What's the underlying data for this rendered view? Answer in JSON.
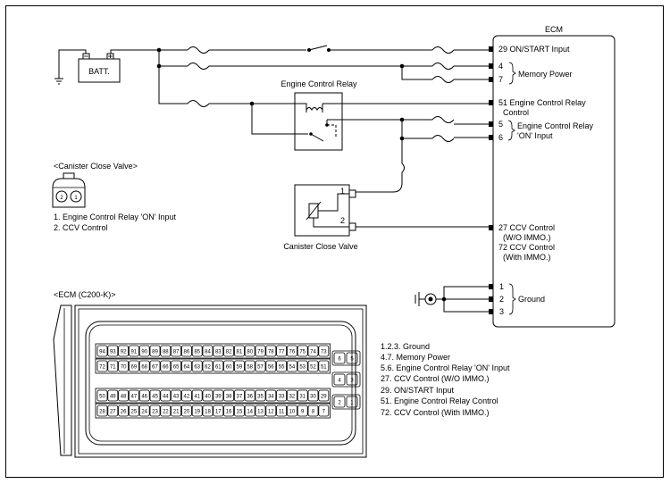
{
  "ecm": {
    "title": "ECM",
    "pins": [
      {
        "num": "29",
        "label": "ON/START Input"
      },
      {
        "num": "4",
        "label": ""
      },
      {
        "num": "7",
        "label": ""
      },
      {
        "num": "51",
        "label": "Engine Control Relay"
      },
      {
        "num": "5",
        "label": ""
      },
      {
        "num": "6",
        "label": ""
      },
      {
        "num": "27",
        "label": "CCV Control"
      },
      {
        "num": "72",
        "label": "CCV Control"
      },
      {
        "num": "1",
        "label": ""
      },
      {
        "num": "2",
        "label": ""
      },
      {
        "num": "3",
        "label": ""
      }
    ],
    "memory_power": "Memory Power",
    "relay_control_cont": "Control",
    "relay_on_line1": "Engine Control Relay",
    "relay_on_line2": "'ON' Input",
    "wo_immo": "(W/O IMMO.)",
    "with_immo": "(With IMMO.)",
    "ground": "Ground"
  },
  "batt_label": "BATT.",
  "relay_label": "Engine Control Relay",
  "ccv": {
    "label": "Canister Close Valve",
    "pin1": "1",
    "pin2": "2"
  },
  "connector_ccv": {
    "title": "<Canister Close Valve>",
    "pins": [
      "2",
      "1"
    ],
    "legend": [
      "1. Engine Control Relay 'ON' Input",
      "2. CCV Control"
    ]
  },
  "connector_ecm": {
    "title": "<ECM (C200-K)>",
    "rows": [
      [
        "94",
        "93",
        "92",
        "91",
        "90",
        "89",
        "88",
        "87",
        "86",
        "85",
        "84",
        "83",
        "82",
        "81",
        "80",
        "79",
        "78",
        "77",
        "76",
        "75",
        "74",
        "73"
      ],
      [
        "72",
        "71",
        "70",
        "69",
        "68",
        "67",
        "66",
        "65",
        "64",
        "63",
        "62",
        "61",
        "60",
        "59",
        "58",
        "57",
        "56",
        "55",
        "54",
        "53",
        "52",
        "51"
      ],
      [
        "50",
        "49",
        "48",
        "47",
        "46",
        "45",
        "44",
        "43",
        "42",
        "41",
        "40",
        "39",
        "38",
        "37",
        "36",
        "35",
        "34",
        "33",
        "32",
        "31",
        "30",
        "29"
      ],
      [
        "28",
        "27",
        "26",
        "25",
        "24",
        "23",
        "22",
        "21",
        "20",
        "19",
        "18",
        "17",
        "16",
        "15",
        "14",
        "13",
        "12",
        "11",
        "10",
        "9",
        "8",
        "7"
      ]
    ],
    "side_pins": [
      [
        "6",
        "5"
      ],
      [
        "4",
        "3"
      ],
      [
        "2",
        "1"
      ]
    ],
    "legend": [
      "1.2.3. Ground",
      "4.7. Memory Power",
      "5.6. Engine Control Relay 'ON' Input",
      "27. CCV Control (W/O IMMO.)",
      "29. ON/START Input",
      "51. Engine Control Relay Control",
      "72. CCV Control (With IMMO.)"
    ]
  }
}
